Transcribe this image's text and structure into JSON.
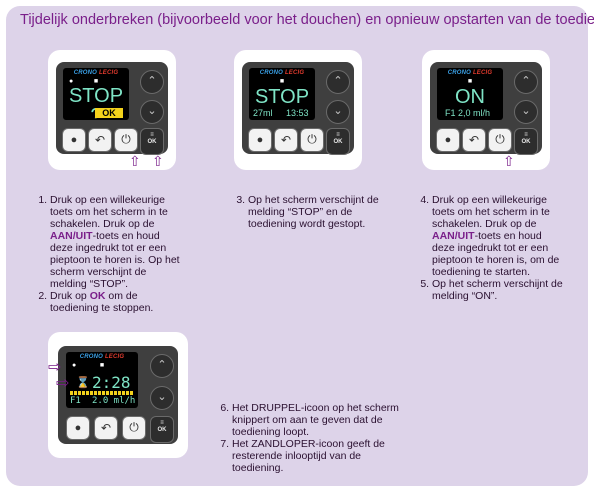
{
  "title": "Tijdelijk onderbreken (bijvoorbeeld voor het douchen) en opnieuw opstarten van de toediening",
  "brand": {
    "part1": "CRONO",
    "part2": "LECIG"
  },
  "icons": {
    "lock": "lock-icon",
    "drop": "drop-icon",
    "back": "back-arrow-icon",
    "power": "power-icon",
    "up": "chevron-up-icon",
    "down": "chevron-down-icon",
    "hourglass": "hourglass-icon"
  },
  "colors": {
    "accent": "#7a1f8a",
    "panel": "#ddd3e9",
    "screen_text": "#7fe4c6",
    "ok_highlight": "#f3d21c"
  },
  "buttons": {
    "ok_label": "OK"
  },
  "step1": {
    "screen_main": "STOP ?",
    "screen_ok": "OK",
    "instructions": [
      [
        "Druk op een willekeurige toets om het scherm in te schakelen. Druk op de ",
        "AAN/UIT",
        "-toets en houd deze ingedrukt tot er een pieptoon te horen is. Op het scherm verschijnt de melding “STOP”."
      ],
      [
        "Druk op ",
        "OK",
        " om de toediening te stoppen."
      ]
    ]
  },
  "step2": {
    "screen_main": "STOP",
    "screen_left": "27ml",
    "screen_right": "13:53",
    "instruction": "Op het scherm verschijnt de melding “STOP” en de toediening wordt gestopt."
  },
  "step3": {
    "screen_main": "ON",
    "screen_sub": "F1 2,0 ml/h",
    "instructions": [
      [
        "Druk op een willekeurige toets om het scherm in te schakelen. Druk op de ",
        "AAN/UIT",
        "-toets en houd deze ingedrukt tot er een pieptoon te horen is, om de toediening te starten."
      ],
      [
        "Op het scherm verschijnt de melding “ON”.",
        "",
        ""
      ]
    ]
  },
  "step4": {
    "screen_time": "2:28",
    "screen_sub_left": "F1",
    "screen_sub_right": "2.0 ml/h",
    "instructions": [
      "Het DRUPPEL-icoon op het scherm knippert om aan te geven dat de toediening loopt.",
      "Het ZANDLOPER-icoon geeft de resterende inlooptijd van de toediening."
    ]
  }
}
